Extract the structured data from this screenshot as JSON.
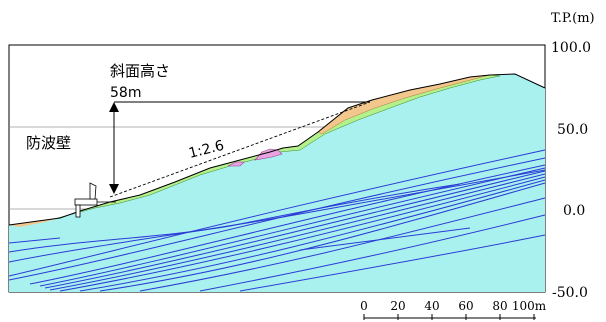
{
  "axis": {
    "unit_label": "T.P.(m)",
    "ticks": [
      {
        "value": 100,
        "label": "100.0"
      },
      {
        "value": 50,
        "label": "50.0"
      },
      {
        "value": 0,
        "label": "0.0"
      },
      {
        "value": -50,
        "label": "-50.0"
      }
    ]
  },
  "annotations": {
    "slope_height_label": "斜面高さ",
    "slope_height_value": "58m",
    "slope_ratio": "1:2.6",
    "seawall_label": "防波壁"
  },
  "scale_bar": {
    "ticks": [
      "0",
      "20",
      "40",
      "60",
      "80",
      "100m"
    ]
  },
  "colors": {
    "sea": "#a9f1ef",
    "green_layer": "#b4f08c",
    "tan_layer": "#f2c78e",
    "pink_layer": "#e9a3e0",
    "strata_line": "#2b3bd6",
    "frame": "#000000",
    "gridline": "#999999"
  }
}
